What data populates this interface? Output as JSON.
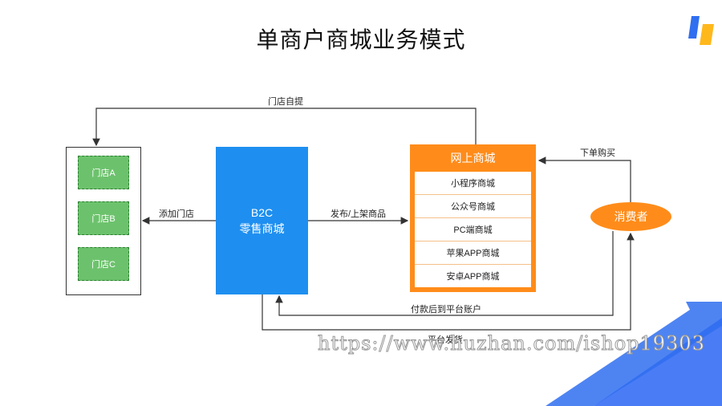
{
  "title": "单商户商城业务模式",
  "stores": {
    "items": [
      "门店A",
      "门店B",
      "门店C"
    ]
  },
  "b2c": {
    "line1": "B2C",
    "line2": "零售商城"
  },
  "online_mall": {
    "title": "网上商城",
    "items": [
      "小程序商城",
      "公众号商城",
      "PC端商城",
      "苹果APP商城",
      "安卓APP商城"
    ]
  },
  "consumer": "消费者",
  "edges": {
    "self_pickup": "门店自提",
    "add_store": "添加门店",
    "publish": "发布/上架商品",
    "order": "下单购买",
    "payment": "付款后到平台账户",
    "ship": "平台发货"
  },
  "watermark": "https://www.huzhan.com/ishop19303",
  "colors": {
    "blue": "#1e8ff0",
    "orange": "#ff8c1a",
    "green": "#6cc26c",
    "logo_blue": "#2f6ff0",
    "logo_yellow": "#ffb81c"
  }
}
